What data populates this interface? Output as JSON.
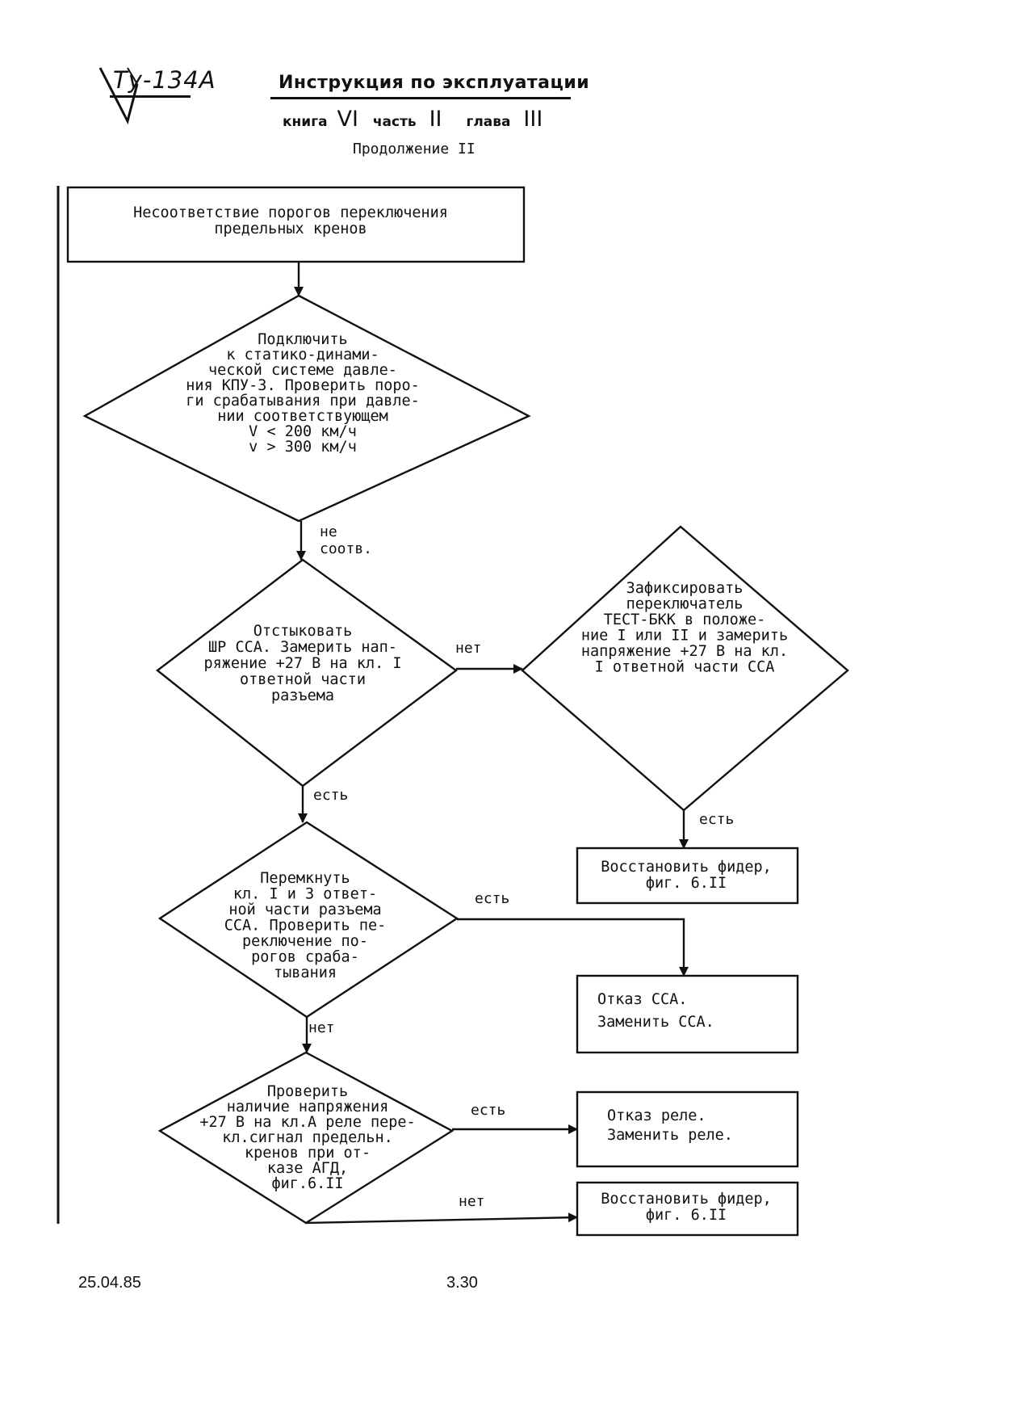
{
  "header": {
    "logo_text": "Ту-134А",
    "title": "Инструкция по эксплуатации",
    "book_label": "книга",
    "book_num": "VI",
    "part_label": "часть",
    "part_num": "II",
    "chapter_label": "глава",
    "chapter_num": "III",
    "continuation": "Продолжение II"
  },
  "flowchart": {
    "start": [
      "Несоответствие порогов переключения",
      "предельных кренов"
    ],
    "connect_check": [
      "Подключить",
      "к статико-динами-",
      "ческой системе давле-",
      "ния КПУ-3. Проверить  поро-",
      "ги срабатывания  при давле-",
      "нии соответствующем",
      "V < 200 км/ч",
      "v > 300 км/ч"
    ],
    "disconnect": [
      "Отстыковать",
      "ШР ССА.  Замерить нап-",
      "ряжение +27 В на кл. I",
      "ответной части",
      "разъема"
    ],
    "fix_switch": [
      "Зафиксировать",
      "переключатель",
      "ТЕСТ-БКК в положе-",
      "ние I или II и замерить",
      "напряжение +27 В на кл.",
      "I ответной части ССА"
    ],
    "restore_feeder_1": [
      "Восстановить фидер,",
      "фиг. 6.II"
    ],
    "jumper": [
      "Перемкнуть",
      "кл. I и 3 ответ-",
      "ной части  разъема",
      "ССА. Проверить пе-",
      "реключение по-",
      "рогов сраба-",
      "тывания"
    ],
    "ssa_fail": [
      "Отказ ССА.",
      "Заменить ССА."
    ],
    "check_voltage": [
      "Проверить",
      "наличие напряжения",
      "+27 В на кл.А реле пере-",
      "кл.сигнал  предельн.",
      "кренов при от-",
      "казе АГД,",
      "фиг.6.II"
    ],
    "relay_fail": [
      "Отказ реле.",
      "Заменить реле."
    ],
    "restore_feeder_2": [
      "Восстановить фидер,",
      "фиг. 6.II"
    ],
    "labels": {
      "not_match": [
        "не",
        "соотв."
      ],
      "no_1": "нет",
      "yes_1": "есть",
      "yes_2": "есть",
      "yes_3": "есть",
      "no_2": "нет",
      "yes_4": "есть",
      "no_3": "нет"
    }
  },
  "footer": {
    "date": "25.04.85",
    "page": "3.30"
  }
}
